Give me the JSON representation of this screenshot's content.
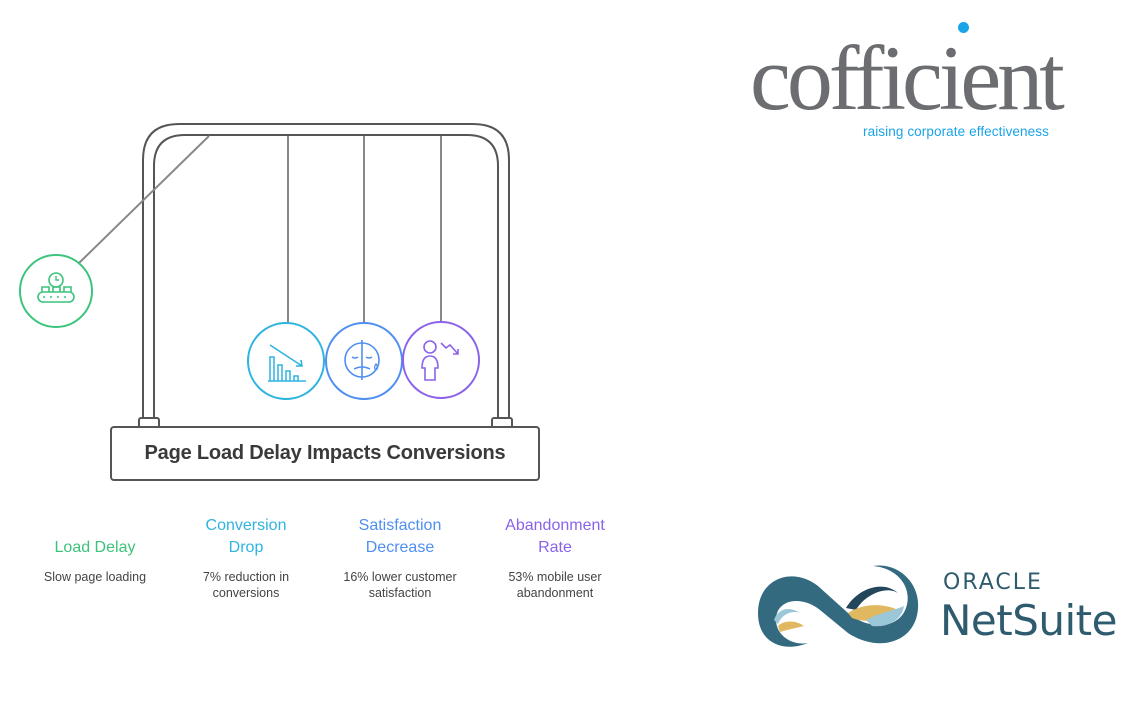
{
  "diagram": {
    "title": "Page Load Delay Impacts Conversions",
    "items": [
      {
        "key": "load-delay",
        "heading": "Load Delay",
        "description": "Slow page loading",
        "color": "#3cc47c",
        "icon": "clock-conveyor-icon"
      },
      {
        "key": "conversion-drop",
        "heading": "Conversion Drop",
        "heading_lines": [
          "Conversion",
          "Drop"
        ],
        "description_lines": [
          "7% reduction in",
          "conversions"
        ],
        "description": "7% reduction in conversions",
        "color": "#2fb4e0",
        "icon": "declining-bar-chart-icon"
      },
      {
        "key": "satisfaction-decrease",
        "heading": "Satisfaction Decrease",
        "heading_lines": [
          "Satisfaction",
          "Decrease"
        ],
        "description_lines": [
          "16% lower customer",
          "satisfaction"
        ],
        "description": "16% lower customer satisfaction",
        "color": "#4f8ff0",
        "icon": "sad-face-icon"
      },
      {
        "key": "abandonment-rate",
        "heading": "Abandonment Rate",
        "heading_lines": [
          "Abandonment",
          "Rate"
        ],
        "description_lines": [
          "53% mobile user",
          "abandonment"
        ],
        "description": "53% mobile user abandonment",
        "color": "#8a63ea",
        "icon": "user-decline-icon"
      }
    ]
  },
  "logos": {
    "cofficient": {
      "name": "cofficient",
      "tagline": "raising corporate effectiveness",
      "word_color": "#6b6d70",
      "accent_color": "#1ba3e8"
    },
    "netsuite": {
      "brand_top": "ORACLE",
      "brand_bottom": "NetSuite",
      "colors": {
        "dark": "#2f5b6e",
        "navy": "#23465a",
        "gold": "#e0b860",
        "light": "#9cc7d8"
      }
    }
  }
}
